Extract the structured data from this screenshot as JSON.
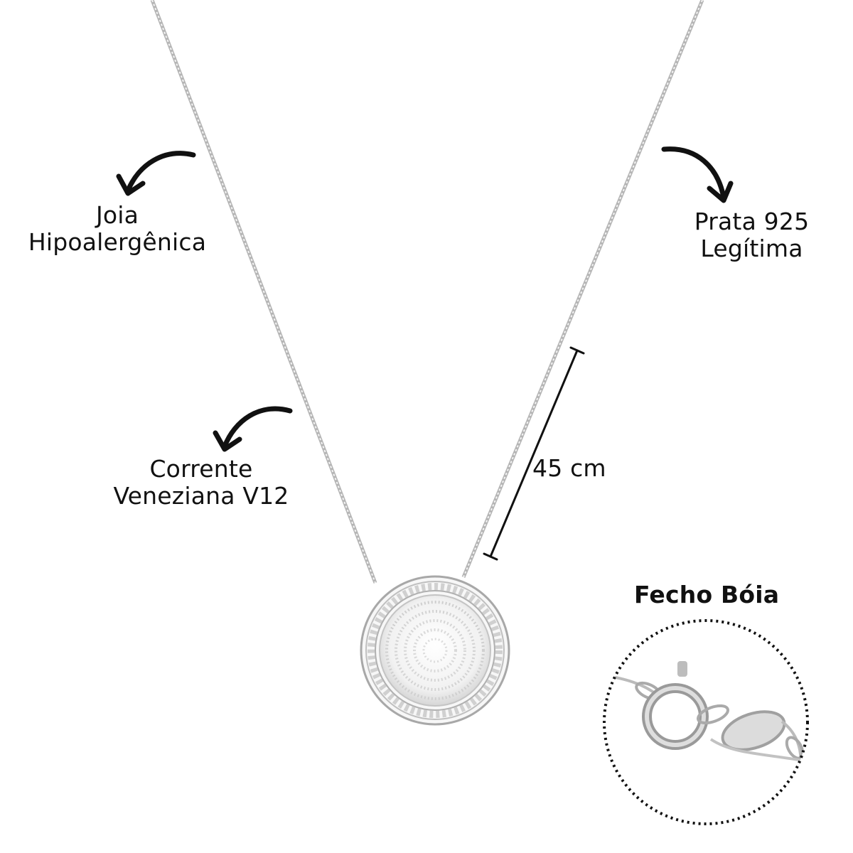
{
  "annotations": {
    "hypoallergenic": {
      "line1": "Joia",
      "line2": "Hipoalergênica"
    },
    "silver": {
      "line1": "Prata 925",
      "line2": "Legítima"
    },
    "chain": {
      "line1": "Corrente",
      "line2": "Veneziana V12"
    },
    "length": "45 cm",
    "clasp_title": "Fecho Bóia"
  },
  "colors": {
    "background": "#ffffff",
    "text": "#111111",
    "chain": "#b9b9b9",
    "silver": "#d8d8d8",
    "silver_dark": "#9a9a9a"
  },
  "icons": [
    "curved-arrow-icon",
    "dimension-bar-icon",
    "pendant-image",
    "clasp-closeup-image"
  ]
}
